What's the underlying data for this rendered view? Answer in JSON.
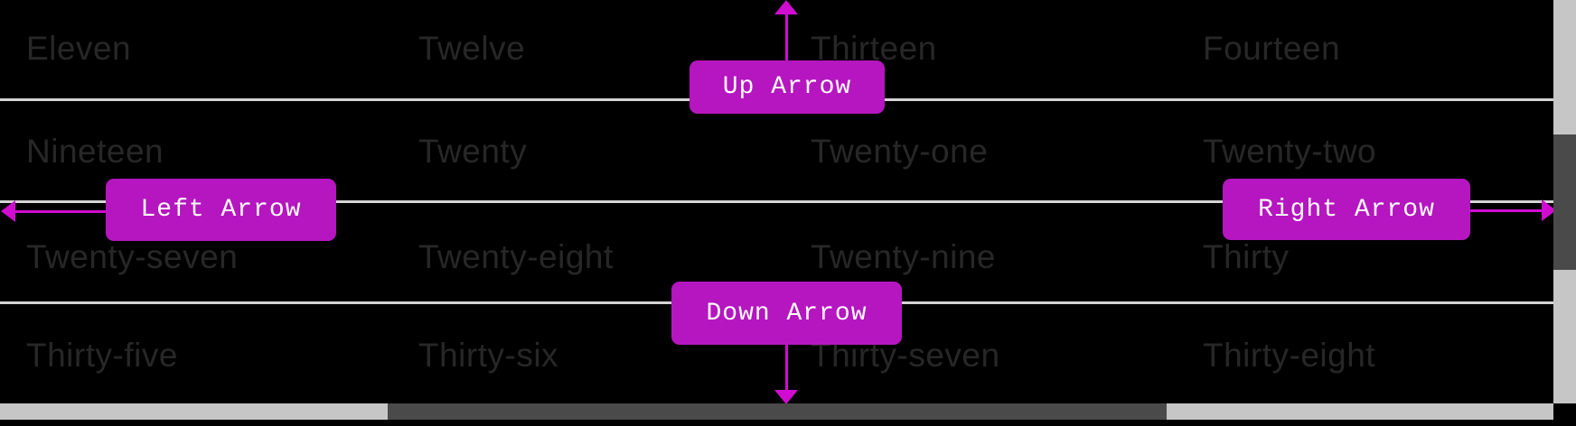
{
  "theme": {
    "background": "#000000",
    "cell_text_color": "#272727",
    "separator_color": "#d4d4d4",
    "annotation_fill": "#b516c0",
    "annotation_text_color": "#ffffff",
    "arrow_color": "#cf0ccf",
    "scrollbar_track_color": "#c6c6c6",
    "scrollbar_thumb_color": "#4a4a4a"
  },
  "grid": {
    "rows": [
      {
        "cells": [
          "Eleven",
          "Twelve",
          "Thirteen",
          "Fourteen"
        ]
      },
      {
        "cells": [
          "Nineteen",
          "Twenty",
          "Twenty-one",
          "Twenty-two"
        ]
      },
      {
        "cells": [
          "Twenty-seven",
          "Twenty-eight",
          "Twenty-nine",
          "Thirty"
        ]
      },
      {
        "cells": [
          "Thirty-five",
          "Thirty-six",
          "Thirty-seven",
          "Thirty-eight"
        ]
      }
    ]
  },
  "annotations": {
    "up": {
      "label": "Up Arrow",
      "direction": "up"
    },
    "down": {
      "label": "Down Arrow",
      "direction": "down"
    },
    "left": {
      "label": "Left Arrow",
      "direction": "left"
    },
    "right": {
      "label": "Right Arrow",
      "direction": "right"
    }
  }
}
